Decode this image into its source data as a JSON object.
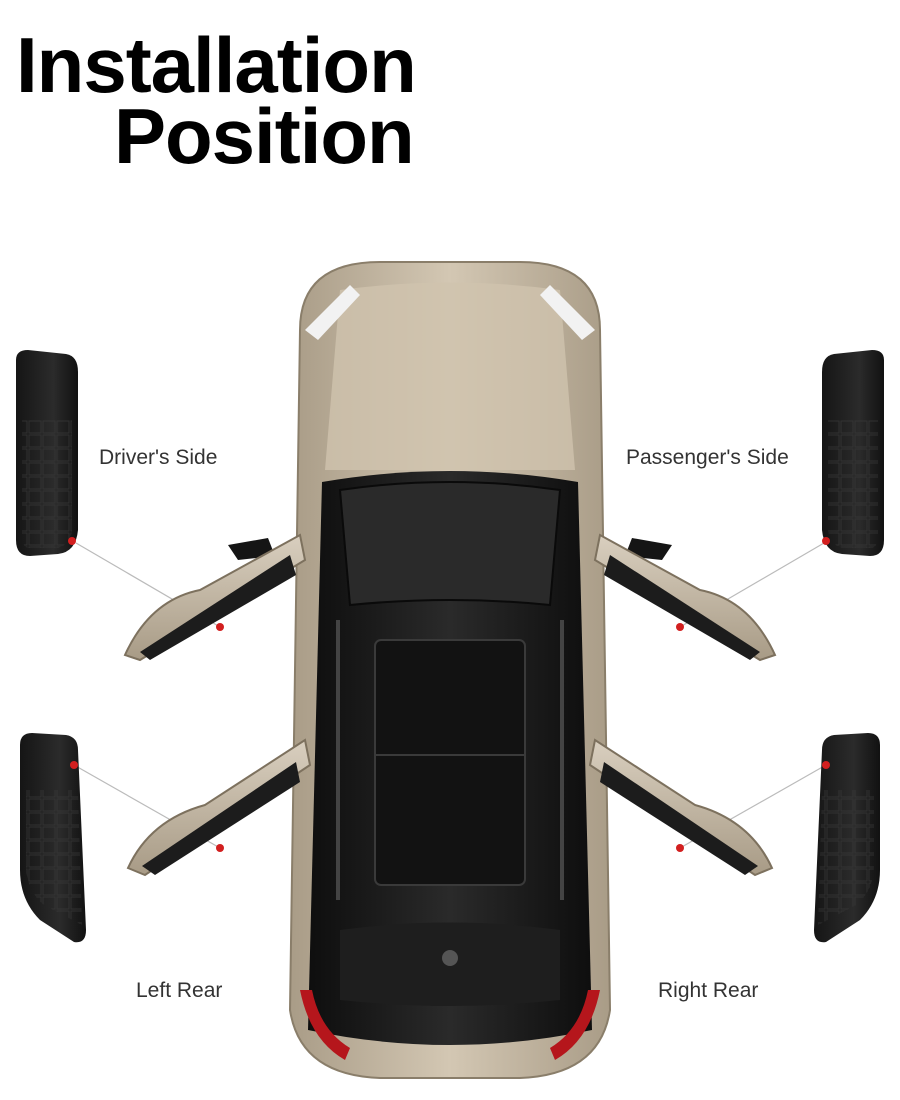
{
  "title": {
    "line1": "Installation",
    "line2": "Position"
  },
  "labels": {
    "drivers_side": "Driver's Side",
    "passengers_side": "Passenger's Side",
    "left_rear": "Left Rear",
    "right_rear": "Right Rear"
  },
  "colors": {
    "car_body": "#c9bca7",
    "car_roof": "#1b1b1b",
    "protector": "#222222",
    "marker": "#d21f1f",
    "leader_line": "#bbbbbb",
    "tail_light": "#b5161c"
  }
}
